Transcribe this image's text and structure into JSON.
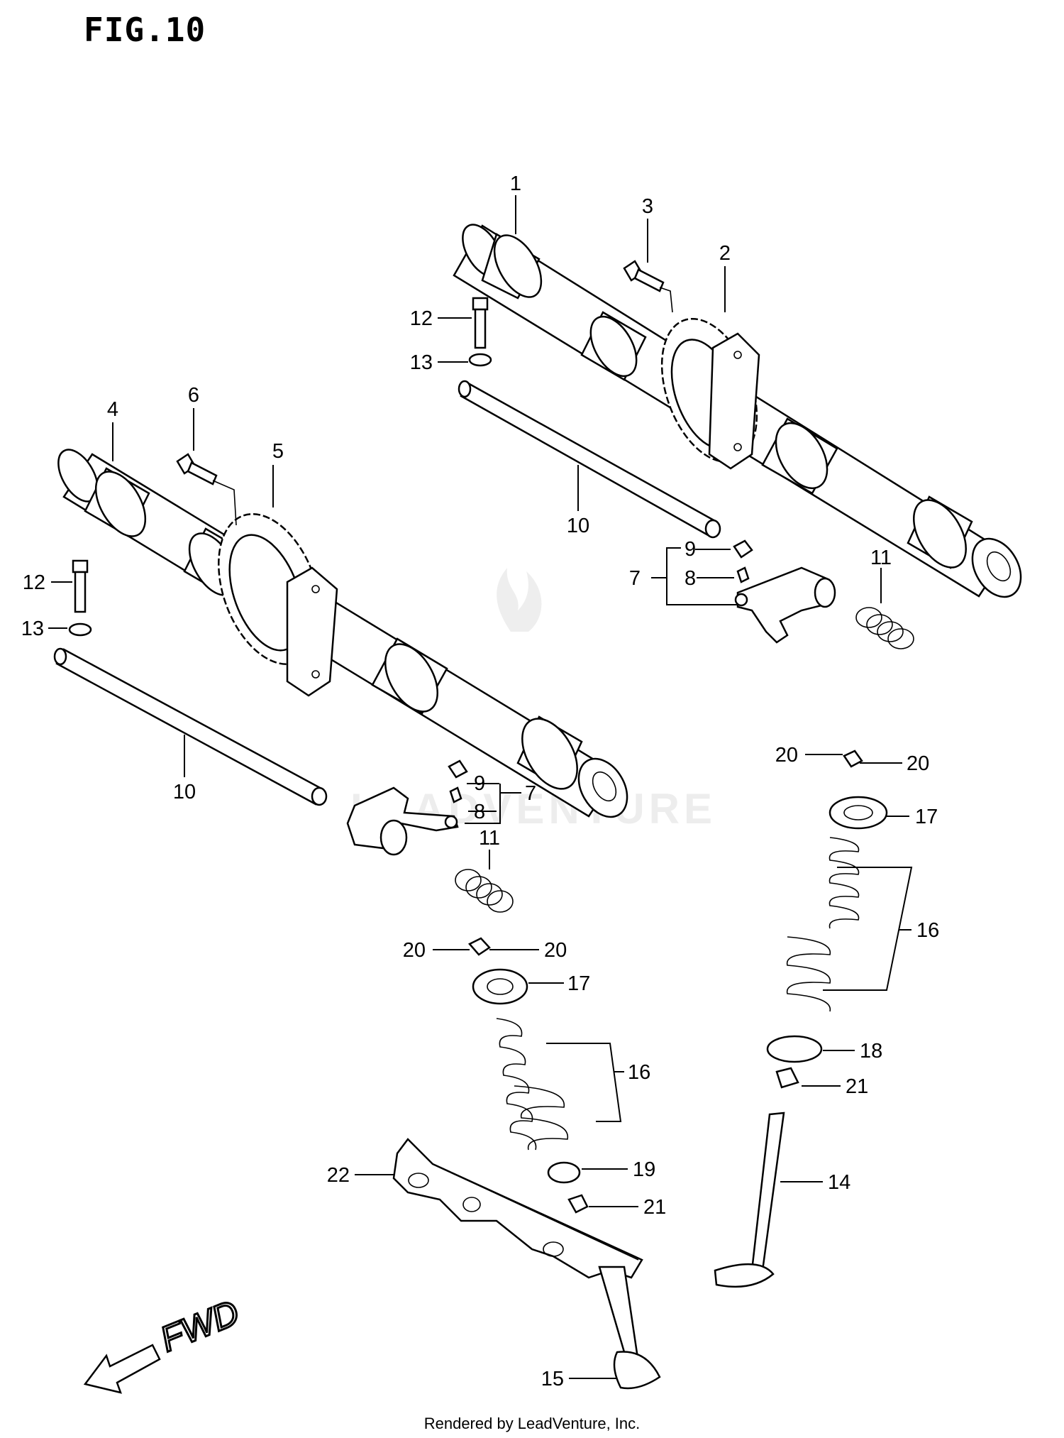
{
  "figure": {
    "title": "FIG.10",
    "direction_label": "FWD",
    "credit": "Rendered by LeadVenture, Inc.",
    "watermark": "LEADVENTURE"
  },
  "callouts": {
    "c1": "1",
    "c2": "2",
    "c3": "3",
    "c4": "4",
    "c5": "5",
    "c6": "6",
    "c7a": "7",
    "c7b": "7",
    "c8a": "8",
    "c8b": "8",
    "c9a": "9",
    "c9b": "9",
    "c10a": "10",
    "c10b": "10",
    "c11a": "11",
    "c11b": "11",
    "c12a": "12",
    "c12b": "12",
    "c13a": "13",
    "c13b": "13",
    "c14": "14",
    "c15": "15",
    "c16a": "16",
    "c16b": "16",
    "c17a": "17",
    "c17b": "17",
    "c18": "18",
    "c19": "19",
    "c20a": "20",
    "c20b": "20",
    "c20c": "20",
    "c20d": "20",
    "c21a": "21",
    "c21b": "21",
    "c22": "22"
  },
  "colors": {
    "line": "#000000",
    "background": "#ffffff",
    "watermark": "#ededed"
  }
}
